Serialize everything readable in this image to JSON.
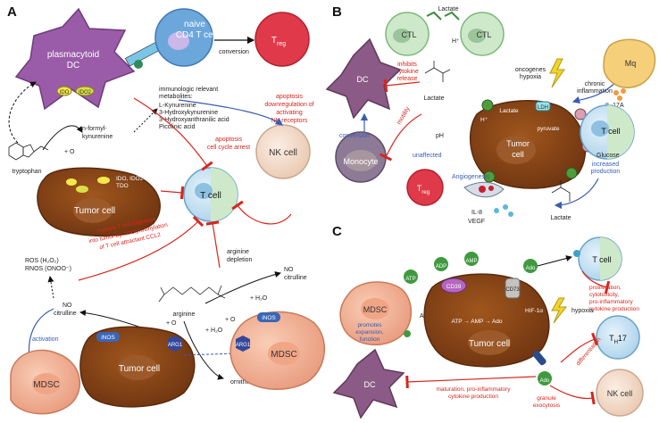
{
  "panels": {
    "a": "A",
    "b": "B",
    "c": "C"
  },
  "panel_a": {
    "pdc": [
      "plasmacytoid",
      "DC"
    ],
    "naive": [
      "naive",
      "CD4 T cell"
    ],
    "conversion": "conversion",
    "treg": "T",
    "treg_sub": "reg",
    "ido": "IDO",
    "ido2": "IDO2",
    "metabolites_title": [
      "immunologic relevant",
      "metabolites:"
    ],
    "metabolites": [
      "L-Kynurenine",
      "3-Hydroxykynurenine",
      "3-Hydroxyanthranilic acid",
      "Picolinic acid"
    ],
    "apoptosis_nk": [
      "apoptosis",
      "downregulation of",
      "activating",
      "NK receptors"
    ],
    "apoptosis_t": [
      "apoptosis",
      "cell cycle arrest"
    ],
    "nformyl": [
      "n-formyl-",
      "kynurenine"
    ],
    "tryptophan": "tryptophan",
    "o2": "+ O",
    "tumor_cell": "Tumor cell",
    "ido_enzymes": [
      "IDO, IDO2 or",
      "TDO"
    ],
    "t_cell": "T cell",
    "nk_cell": "NK cell",
    "ros": [
      "ROS (H₂O₂)",
      "RNOS (ONOO⁻)"
    ],
    "impairs": [
      "impairs T cell migration",
      "into tumor by nitrotyrosinylation",
      "of T cell attractant CCL2"
    ],
    "arginine_depletion": [
      "arginine",
      "depletion"
    ],
    "no_cit_left": [
      "NO",
      "citrulline"
    ],
    "no_cit_right": [
      "NO",
      "citrulline"
    ],
    "h2o": "+ H₂O",
    "arginine": "arginine",
    "ornithine": "ornithine",
    "activation": "activation",
    "mdsc": "MDSC",
    "inos": "iNOS",
    "arg1": "ARG1"
  },
  "panel_b": {
    "lactate_top": "Lactate",
    "ctl": "CTL",
    "h_plus": "H⁺",
    "inhibits": [
      "inhibits",
      "cytokine",
      "release"
    ],
    "dc": "DC",
    "lactate": "Lactate",
    "oncogenes": [
      "oncogenes",
      "hypoxia"
    ],
    "chronic": [
      "chronic",
      "inflammation"
    ],
    "mq": "Mq",
    "il17a": "IL-17A",
    "ldh": "LDH",
    "pyruvate": "pyruvate",
    "tumor": [
      "Tumor",
      "cell"
    ],
    "t_cell": "T cell",
    "conversion": "conversion",
    "motility": "motility",
    "ph": "pH",
    "unaffected": "unaffected",
    "monocyte": "Monocyte",
    "glucose": "Glucose",
    "increased": [
      "increased",
      "production"
    ],
    "treg": "T",
    "treg_sub": "reg",
    "angiogenesis": "Angiogenesis",
    "il8": "IL-8",
    "vegf": "VEGF",
    "lactate_bottom": "Lactate"
  },
  "panel_c": {
    "atp": "ATP",
    "adp": "ADP",
    "amp": "AMP",
    "ado": "Ado",
    "cd39": "CD39",
    "cd73": "CD73",
    "t_cell": "T cell",
    "proliferation": [
      "proliferation,",
      "cytotoxicity,",
      "pro-inflammatory",
      "cytokine production"
    ],
    "mdsc": "MDSC",
    "promotes": [
      "promotes",
      "expansion,",
      "function"
    ],
    "a2br": "A2BR",
    "hif": "HIF-1α",
    "pathway": "ATP → AMP → Ado",
    "hypoxia": "hypoxia",
    "tumor": "Tumor cell",
    "th17": "T",
    "th17_sub": "H",
    "th17_suffix": "17",
    "differentiation": "differentiation",
    "dc": "DC",
    "maturation": [
      "maturation, pro-inflammatory",
      "cytokine production"
    ],
    "ado2": "Ado",
    "granule": [
      "granule",
      "exocytosis"
    ],
    "nk_cell": "NK cell"
  },
  "colors": {
    "tumor": "#8a4414",
    "tcell": "#cfe6f5",
    "tcell_green": "#cde9c9",
    "pdc": "#9a5ca8",
    "naive": "#6ca7dc",
    "treg": "#e03a4a",
    "nk": "#f5dfcf",
    "mdsc": "#f5b79a",
    "inhibit": "#d8261c",
    "activate": "#3a5bb0"
  }
}
